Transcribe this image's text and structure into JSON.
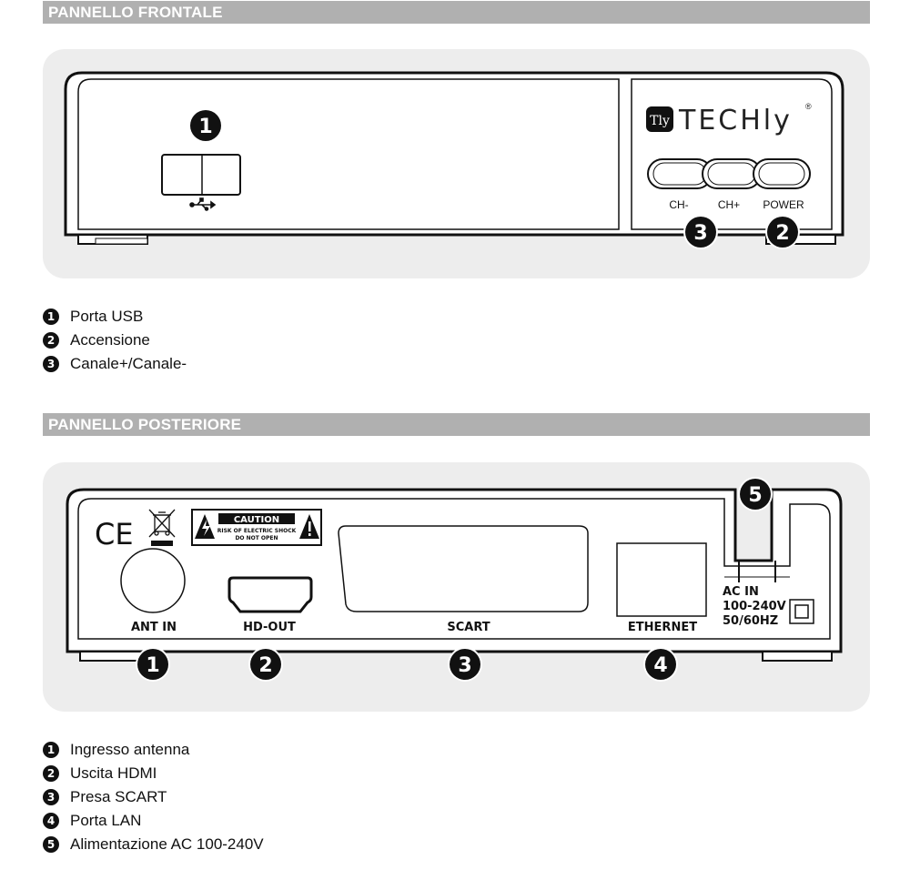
{
  "front": {
    "section_title": "PANNELLO FRONTALE",
    "brand": "TECHly",
    "brand_badge": "Tly",
    "registered_mark": "®",
    "usb_symbol": "usb-icon",
    "buttons": [
      "CH-",
      "CH+",
      "POWER"
    ],
    "callouts": [
      "1",
      "2",
      "3"
    ],
    "legend": [
      {
        "num": "1",
        "text": "Porta USB"
      },
      {
        "num": "2",
        "text": "Accensione"
      },
      {
        "num": "3",
        "text": "Canale+/Canale-"
      }
    ]
  },
  "rear": {
    "section_title": "PANNELLO POSTERIORE",
    "ce_mark": "CE",
    "weee_symbol": "crossed-bin-icon",
    "caution": {
      "title": "CAUTION",
      "line1": "RISK OF ELECTRIC SHOCK",
      "line2": "DO NOT OPEN"
    },
    "ports": {
      "ant_in": "ANT IN",
      "hd_out": "HD-OUT",
      "scart": "SCART",
      "ethernet": "ETHERNET"
    },
    "ac": {
      "line1": "AC IN",
      "line2": "100-240V",
      "line3": "50/60HZ"
    },
    "callouts": [
      "1",
      "2",
      "3",
      "4",
      "5"
    ],
    "legend": [
      {
        "num": "1",
        "text": "Ingresso antenna"
      },
      {
        "num": "2",
        "text": "Uscita HDMI"
      },
      {
        "num": "3",
        "text": "Presa SCART"
      },
      {
        "num": "4",
        "text": "Porta LAN"
      },
      {
        "num": "5",
        "text": "Alimentazione AC 100-240V"
      }
    ]
  }
}
